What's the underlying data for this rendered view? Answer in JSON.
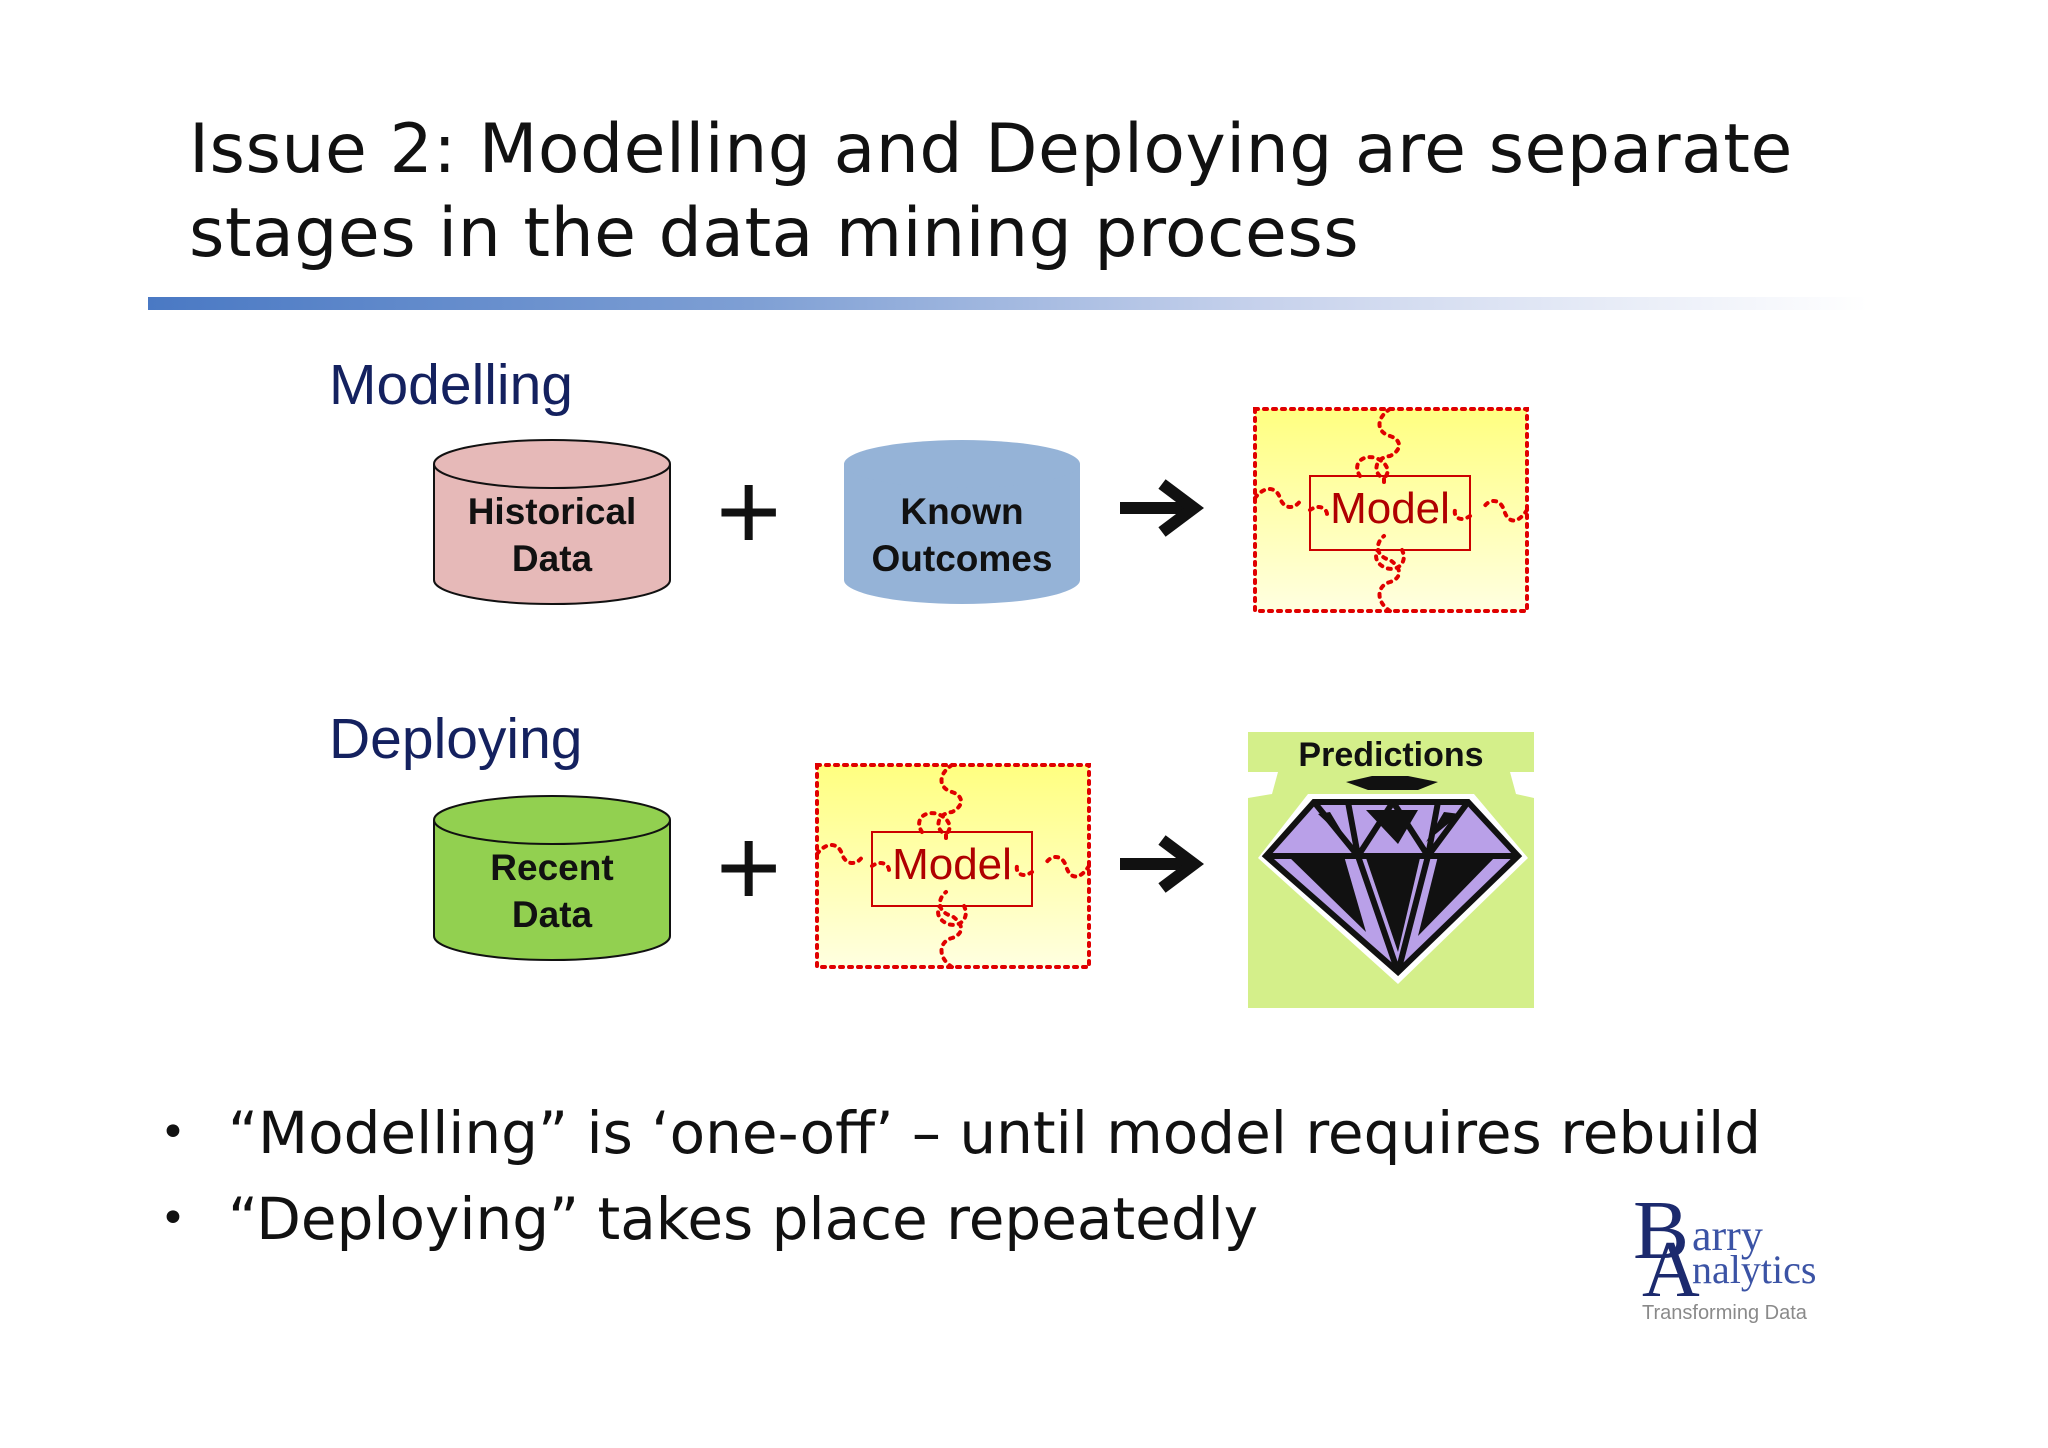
{
  "title": {
    "line1": "Issue 2: Modelling and Deploying are separate",
    "line2": "stages in the data mining process"
  },
  "modelling": {
    "label": "Modelling",
    "input1": {
      "line1": "Historical",
      "line2": "Data",
      "color": "#e6b9b8"
    },
    "operator": "+",
    "input2": {
      "line1": "Known",
      "line2": "Outcomes",
      "color": "#95b3d7"
    },
    "arrow": "➔",
    "output": {
      "label": "Model"
    }
  },
  "deploying": {
    "label": "Deploying",
    "input1": {
      "line1": "Recent",
      "line2": "Data",
      "color": "#92d050"
    },
    "operator": "+",
    "model": {
      "label": "Model"
    },
    "arrow": "➔",
    "output": {
      "label": "Predictions",
      "icon": "diamond-icon"
    }
  },
  "bullets": [
    "“Modelling” is ‘one-off’ – until model requires rebuild",
    "“Deploying” takes place repeatedly"
  ],
  "logo": {
    "letter_b": "B",
    "rest_b": "arry",
    "letter_a": "A",
    "rest_a": "nalytics",
    "tagline": "Transforming Data"
  },
  "colors": {
    "title_rule": "#4a79c4",
    "section_label": "#14215f",
    "puzzle_border": "#e00000",
    "puzzle_fill_top": "#ffff80",
    "model_text": "#b00000",
    "diamond": "#b9a0e8",
    "prediction_bg": "#d4ef8a"
  }
}
